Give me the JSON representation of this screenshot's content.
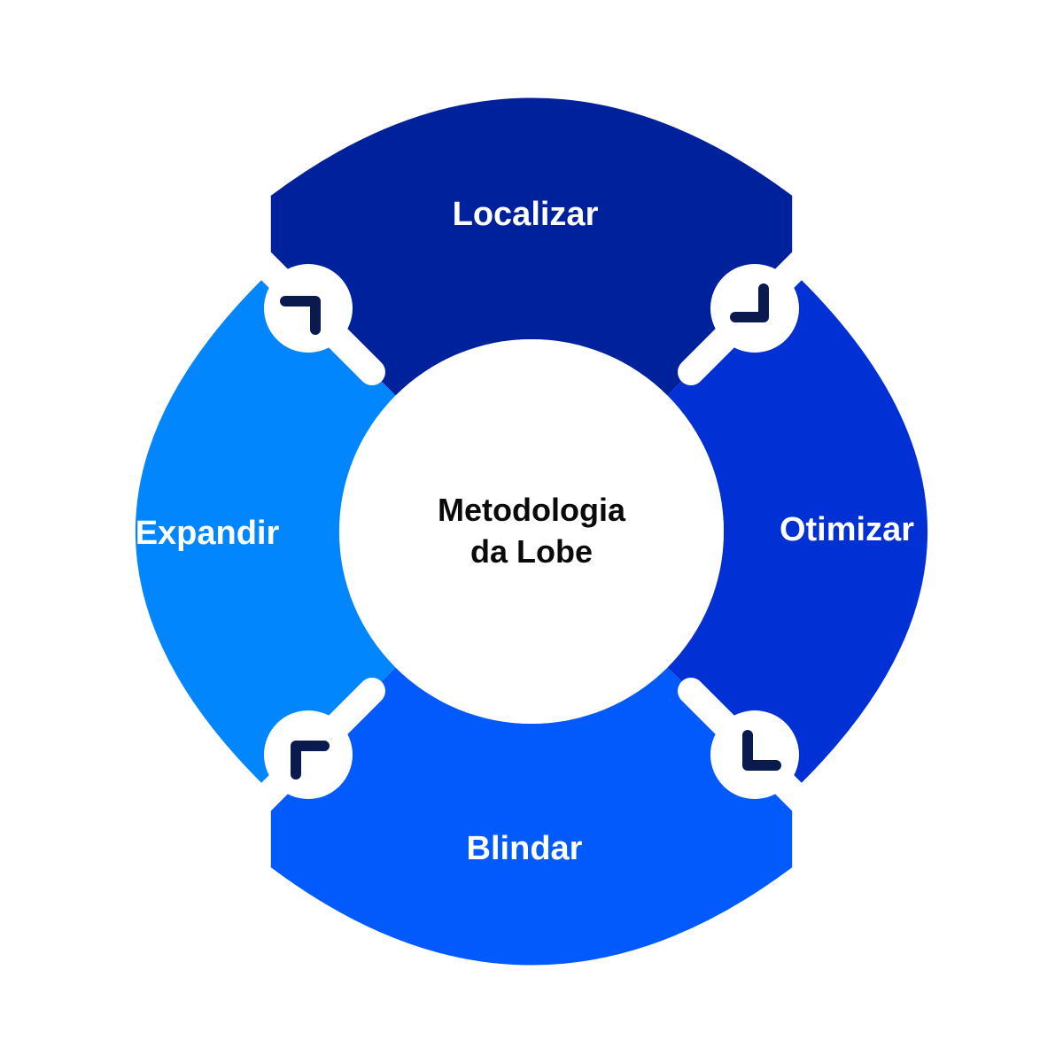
{
  "center": {
    "line1": "Metodologia",
    "line2": "da Lobe"
  },
  "segments": [
    {
      "label": "Localizar",
      "color": "#00219c"
    },
    {
      "label": "Otimizar",
      "color": "#0130d4"
    },
    {
      "label": "Blindar",
      "color": "#025afd"
    },
    {
      "label": "Expandir",
      "color": "#0286fe"
    }
  ],
  "connector_color": "#0b1a4e",
  "background_color": "#ffffff"
}
